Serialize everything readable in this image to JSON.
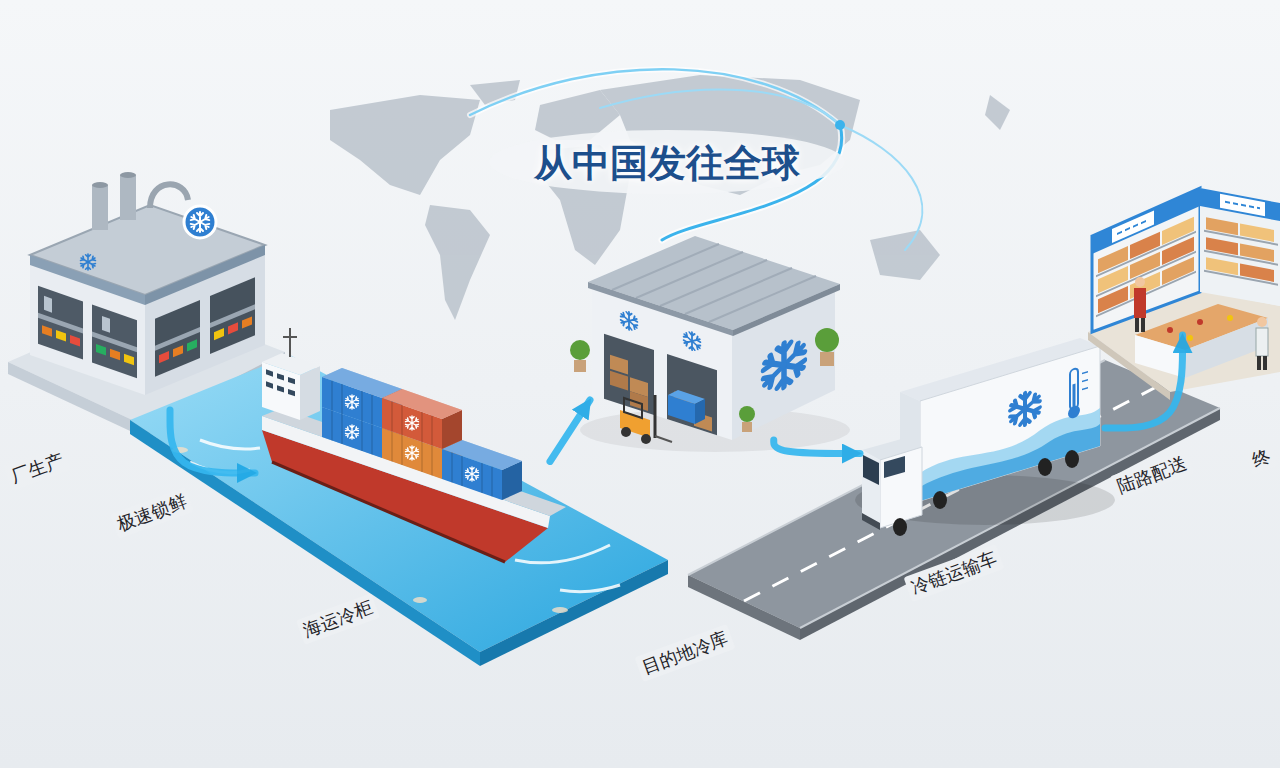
{
  "diagram": {
    "title": "从中国发往全球",
    "nodes": [
      {
        "text": [
          "厂生产",
          "极速锁鲜"
        ]
      },
      {
        "text": [
          "海运冷柜"
        ]
      },
      {
        "text": [
          "目的地冷库"
        ]
      },
      {
        "text": [
          "冷链运输车",
          "陆路配送"
        ]
      },
      {
        "text": [
          "终"
        ]
      }
    ],
    "edges": [
      {
        "from": 0,
        "to": 1,
        "arrow": "to"
      },
      {
        "from": 1,
        "to": 2,
        "arrow": "to"
      },
      {
        "from": 2,
        "to": 3,
        "arrow": "to"
      },
      {
        "from": 3,
        "to": 4,
        "arrow": "to"
      }
    ]
  }
}
